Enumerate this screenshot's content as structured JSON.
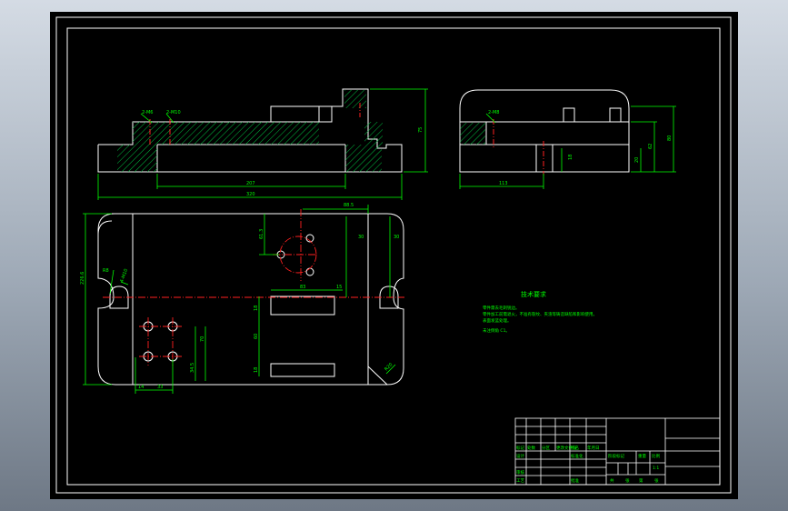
{
  "colors": {
    "background": "#000000",
    "outline": "#ffffff",
    "dimension": "#00ff00",
    "centerline": "#ff2020",
    "hatch": "#00d040",
    "notes": "#00ff00"
  },
  "front_view": {
    "callouts": [
      "2-M6",
      "2-M10"
    ],
    "dim_height": "75",
    "dim_inner_length": "207",
    "dim_overall_length": "320"
  },
  "side_view": {
    "callout": "2-M8",
    "dim_total_height": "80",
    "dim_mid_height": "62",
    "dim_low_height": "20",
    "dim_slot_height": "18",
    "dim_width": "113"
  },
  "plan_view": {
    "dim_top_offset": "88.5",
    "dim_right_a": "30",
    "dim_right_b": "30",
    "dim_v_offset": "61.3",
    "dim_left_height": "226.6",
    "dim_slot_radius": "R8",
    "dim_hole_label": "4-M10",
    "dim_slot_length": "83",
    "dim_slot_right": "15",
    "dim_slot_upper": "18",
    "dim_slot_mid": "60",
    "dim_slot_lower": "18",
    "dim_holes_v": "70",
    "dim_holes_v2": "34.5",
    "dim_holes_h1": "14",
    "dim_holes_h2": "33",
    "dim_corner": "R20"
  },
  "notes": {
    "title": "技术要求",
    "lines": [
      "零件需去毛刺锐边。",
      "零件加工前需退火，不准有裂纹、夹渣等铸造缺陷和影响使用。",
      "表面发蓝处理。",
      "未注倒角 C1。"
    ]
  },
  "title_block": {
    "labels": [
      "标记",
      "处数",
      "分区",
      "更改文件号",
      "签名",
      "年月日",
      "设计",
      "标准化",
      "审核",
      "工艺",
      "批准",
      "阶段标记",
      "重量",
      "比例",
      "共",
      "张",
      "第",
      "张"
    ],
    "scale": "1:1"
  }
}
